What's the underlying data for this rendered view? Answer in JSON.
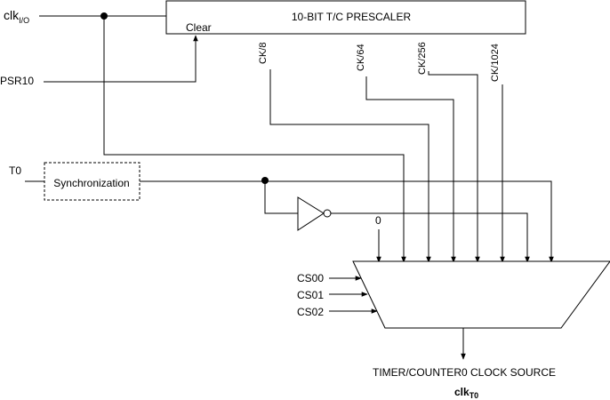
{
  "inputs": {
    "clk_main": "clk",
    "clk_sub": "I/O",
    "psr10": "PSR10",
    "t0": "T0",
    "cs00": "CS00",
    "cs01": "CS01",
    "cs02": "CS02"
  },
  "prescaler": {
    "title": "10-BIT T/C PRESCALER",
    "clear_label": "Clear",
    "taps": [
      "CK/8",
      "CK/64",
      "CK/256",
      "CK/1024"
    ]
  },
  "sync_block": {
    "label": "Synchronization"
  },
  "zero_input": "0",
  "output": {
    "caption": "TIMER/COUNTER0 CLOCK SOURCE",
    "clk_main": "clk",
    "clk_sub": "T0"
  }
}
